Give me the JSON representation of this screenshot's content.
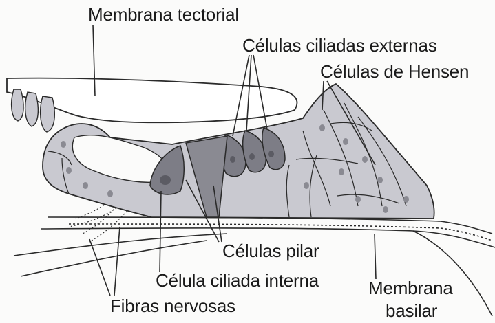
{
  "labels": {
    "membrana_tectorial": "Membrana tectorial",
    "celulas_ciliadas_externas": "Células ciliadas externas",
    "celulas_de_hensen": "Células de Hensen",
    "celulas_pilar": "Células pilar",
    "celula_ciliada_interna": "Célula ciliada interna",
    "membrana_basilar_line1": "Membrana",
    "membrana_basilar_line2": "basilar",
    "fibras_nervosas": "Fibras nervosas"
  },
  "colors": {
    "tissue_fill": "#c9c9d0",
    "hair_cell_fill": "#7d7d86",
    "nucleus_fill": "#8a8a92",
    "tectorial_fill": "#ffffff",
    "outline": "#2a2a2a"
  }
}
